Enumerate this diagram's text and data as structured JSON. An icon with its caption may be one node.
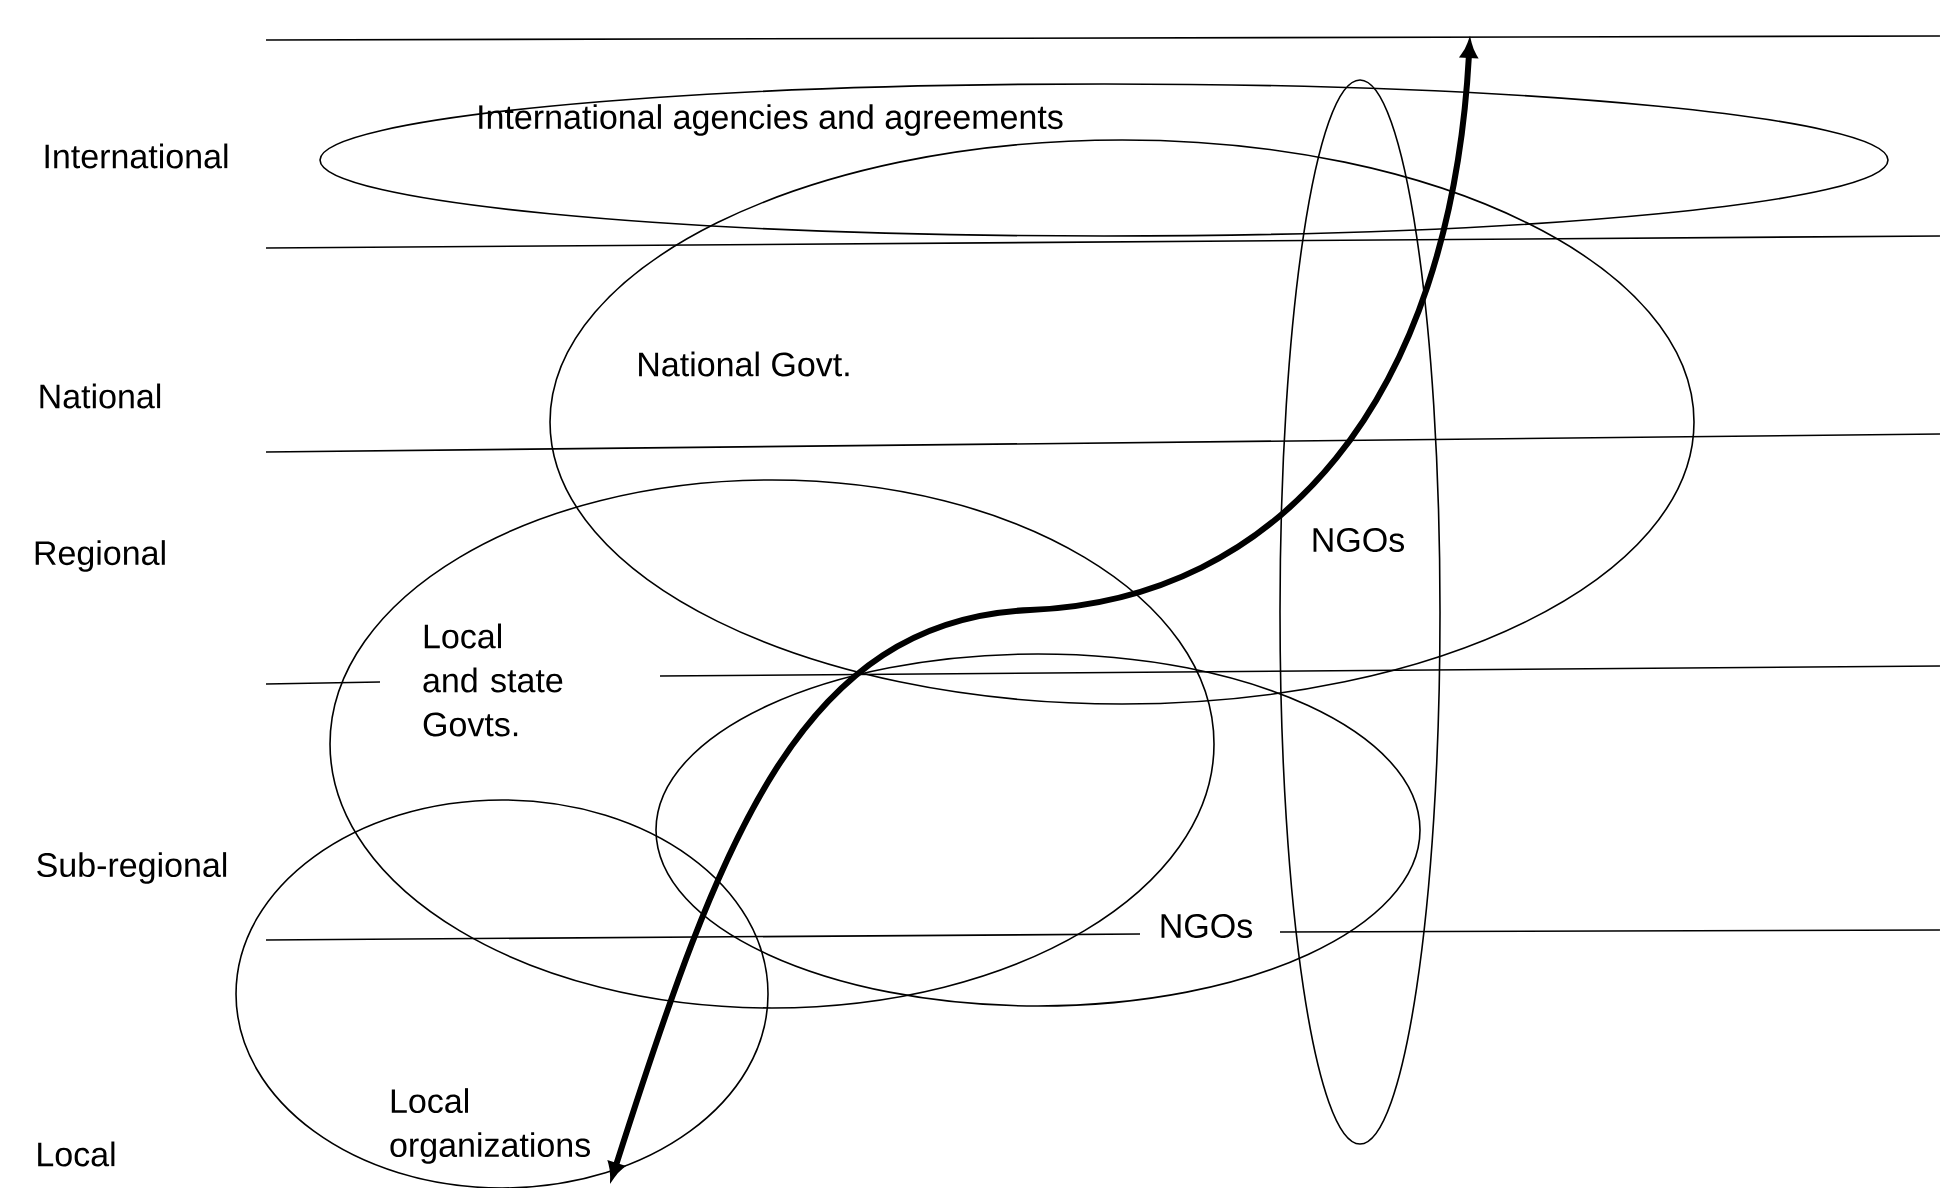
{
  "diagram": {
    "nodes": [
      {
        "text": [
          "International agencies and agreements"
        ]
      },
      {
        "text": [
          "National Govt."
        ]
      },
      {
        "text": [
          "Local and state Govts."
        ]
      },
      {
        "text": [
          "NGOs"
        ]
      },
      {
        "text": [
          "NGOs"
        ]
      },
      {
        "text": [
          "Local organizations"
        ]
      }
    ],
    "labels": [
      "International",
      "National",
      "Regional",
      "Sub-regional",
      "Local"
    ]
  }
}
